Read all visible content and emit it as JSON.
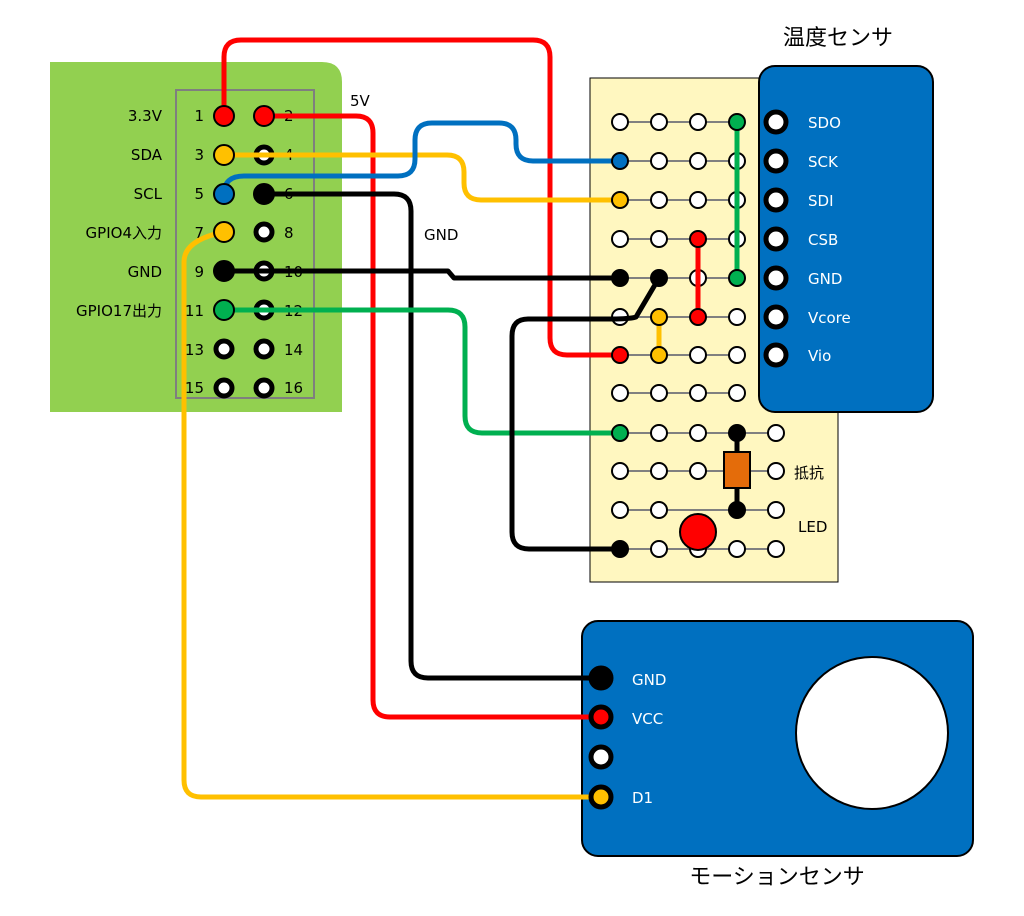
{
  "colors": {
    "pi_board": "#92d050",
    "perfboard": "#fff7c0",
    "sensor_blue": "#0070c0",
    "red": "#ff0000",
    "yellow": "#ffc000",
    "blue": "#0070c0",
    "green": "#00b050",
    "black": "#000000",
    "resistor": "#e46c0a"
  },
  "gpio_header": {
    "pin_numbers": [
      "1",
      "2",
      "3",
      "4",
      "5",
      "6",
      "7",
      "8",
      "9",
      "10",
      "11",
      "12",
      "13",
      "14",
      "15",
      "16"
    ],
    "left_labels": [
      "3.3V",
      "SDA",
      "SCL",
      "GPIO4入力",
      "GND",
      "GPIO17出力"
    ],
    "label_5v": "5V"
  },
  "wire_labels": {
    "gnd": "GND"
  },
  "temperature_sensor": {
    "title": "温度センサ",
    "pins": [
      "SDO",
      "SCK",
      "SDI",
      "CSB",
      "GND",
      "Vcore",
      "Vio"
    ]
  },
  "perfboard_labels": {
    "resistor": "抵抗",
    "led": "LED"
  },
  "motion_sensor": {
    "title": "モーションセンサ",
    "pins": [
      "GND",
      "VCC",
      "",
      "D1"
    ]
  }
}
